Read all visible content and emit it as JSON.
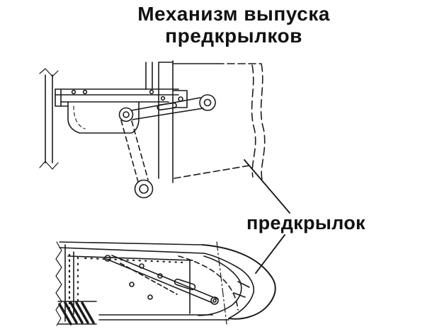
{
  "title": {
    "line1": "Механизм выпуска",
    "line2": "предкрылков"
  },
  "callout": {
    "slat_label": "предкрылок"
  },
  "drawings": {
    "upper": "slat-extension-mechanism",
    "lower": "slat-cross-section"
  },
  "colors": {
    "ink": "#1b1b1b",
    "background": "#ffffff"
  }
}
